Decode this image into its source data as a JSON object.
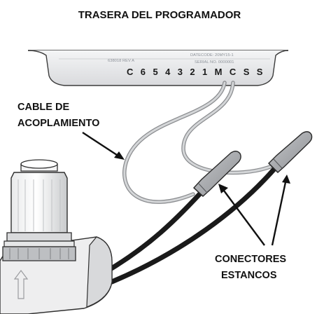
{
  "title": "TRASERA DEL PROGRAMADOR",
  "labels": {
    "cable": [
      "CABLE DE",
      "ACOPLAMIENTO"
    ],
    "connectors": [
      "CONECTORES",
      "ESTANCOS"
    ]
  },
  "controller_back": {
    "part_number": "638018 REV A",
    "datecode": "DATECODE: 20MY15-1",
    "serial": "SERIAL NO. 0000001",
    "terminals": "C 6 5 4 3 2 1 M C S S"
  },
  "colors": {
    "housing": "#e8e9eb",
    "housing_edge": "#3c3c3c",
    "cable_outer": "#8a8c8f",
    "cable_inner": "#d4d6d8",
    "black_wire": "#1a1a1a",
    "connector": "#a9abae",
    "text": "#111111"
  }
}
